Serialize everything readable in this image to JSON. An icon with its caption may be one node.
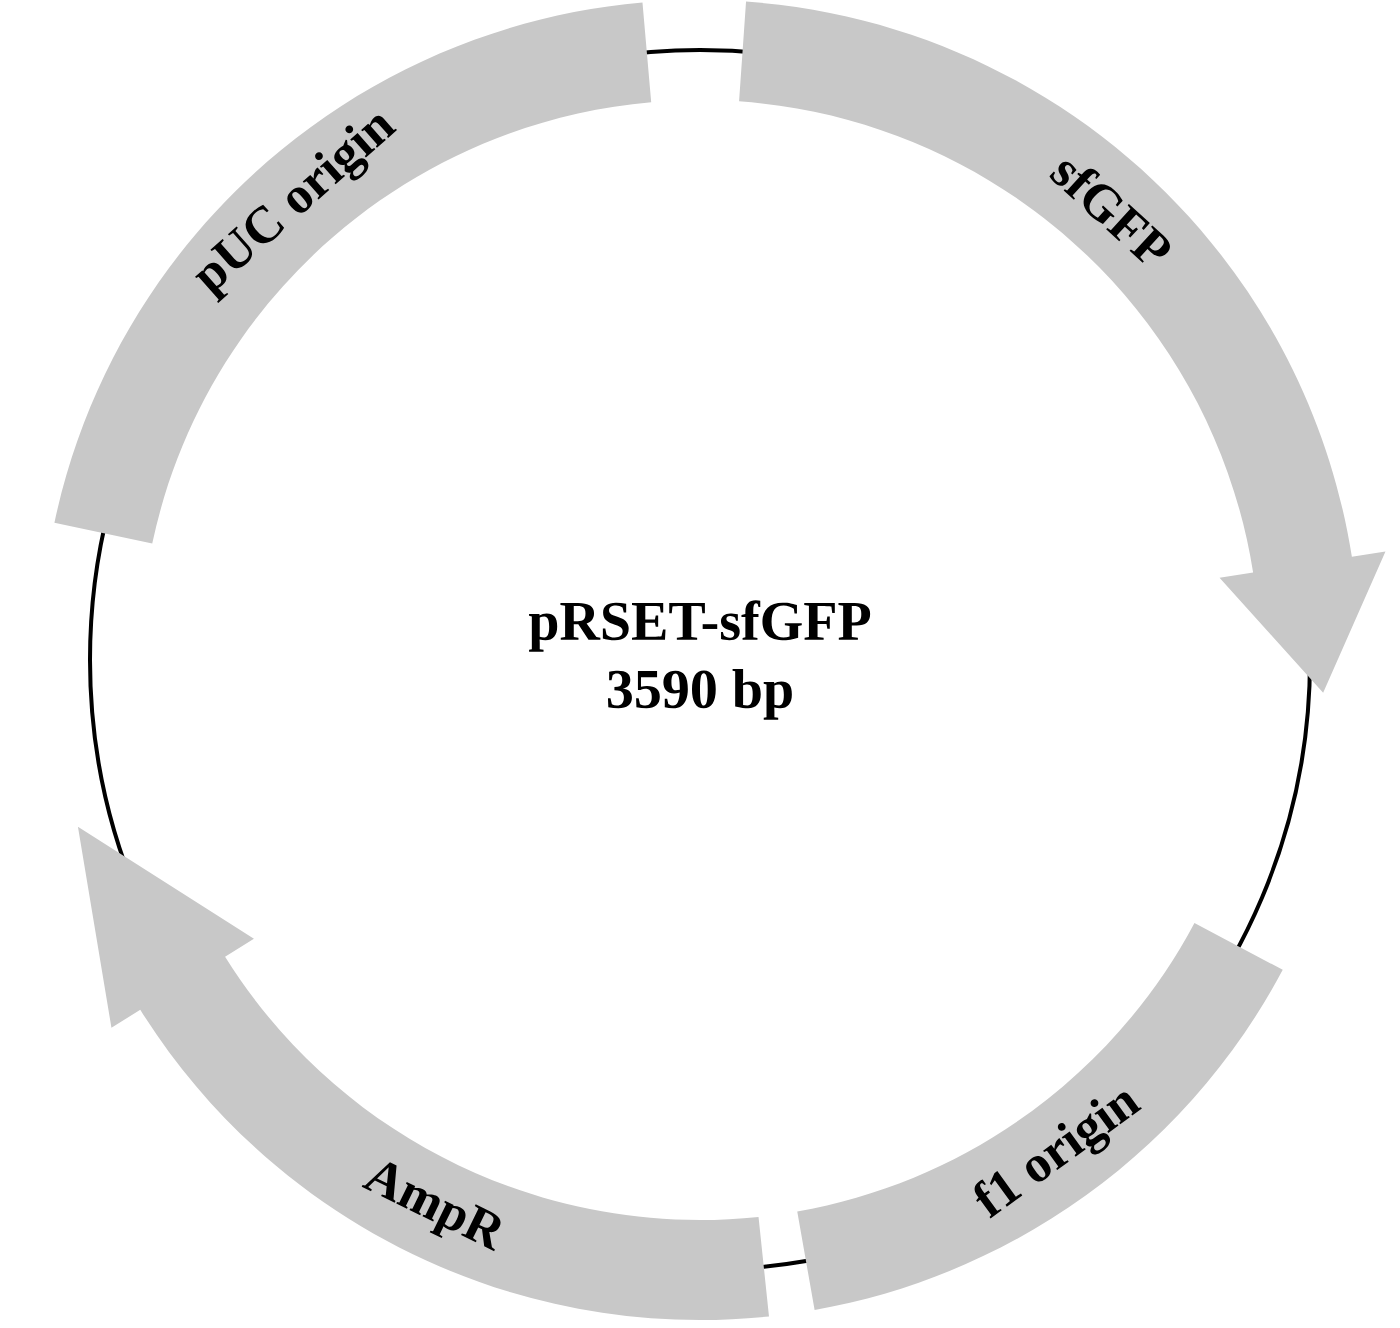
{
  "diagram": {
    "nodes": [
      {
        "text": [
          "pRSET-sfGFP",
          "3590 bp"
        ]
      },
      {
        "text": [
          "sfGFP"
        ]
      },
      {
        "text": [
          "f1 origin"
        ]
      },
      {
        "text": [
          "AmpR"
        ]
      },
      {
        "text": [
          "pUC origin"
        ]
      }
    ]
  }
}
